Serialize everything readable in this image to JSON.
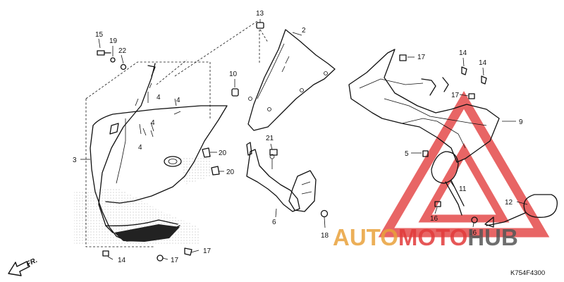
{
  "parts": [
    {
      "key": "p13",
      "label": "13"
    },
    {
      "key": "p2",
      "label": "2"
    },
    {
      "key": "p15",
      "label": "15"
    },
    {
      "key": "p19",
      "label": "19"
    },
    {
      "key": "p22",
      "label": "22"
    },
    {
      "key": "p10",
      "label": "10"
    },
    {
      "key": "p17a",
      "label": "17"
    },
    {
      "key": "p14a",
      "label": "14"
    },
    {
      "key": "p14b",
      "label": "14"
    },
    {
      "key": "p17b",
      "label": "17"
    },
    {
      "key": "p4a",
      "label": "4"
    },
    {
      "key": "p4b",
      "label": "4"
    },
    {
      "key": "p4c",
      "label": "4"
    },
    {
      "key": "p4d",
      "label": "4"
    },
    {
      "key": "p9",
      "label": "9"
    },
    {
      "key": "p3",
      "label": "3"
    },
    {
      "key": "p21",
      "label": "21"
    },
    {
      "key": "p20a",
      "label": "20"
    },
    {
      "key": "p20b",
      "label": "20"
    },
    {
      "key": "p5",
      "label": "5"
    },
    {
      "key": "p11",
      "label": "11"
    },
    {
      "key": "p12",
      "label": "12"
    },
    {
      "key": "p6",
      "label": "6"
    },
    {
      "key": "p16a",
      "label": "16"
    },
    {
      "key": "p16b",
      "label": "16"
    },
    {
      "key": "p18",
      "label": "18"
    },
    {
      "key": "p14c",
      "label": "14"
    },
    {
      "key": "p17c",
      "label": "17"
    },
    {
      "key": "p17d",
      "label": "17"
    }
  ],
  "direction": {
    "label": "FR."
  },
  "diagram_code": "K754F4300",
  "watermark": {
    "word1": "AUTO",
    "word2": "MOTO",
    "word3": "HUB"
  },
  "colors": {
    "accent_red": "#e23a3a",
    "accent_gold": "#e9a23b",
    "ink": "#111111"
  }
}
